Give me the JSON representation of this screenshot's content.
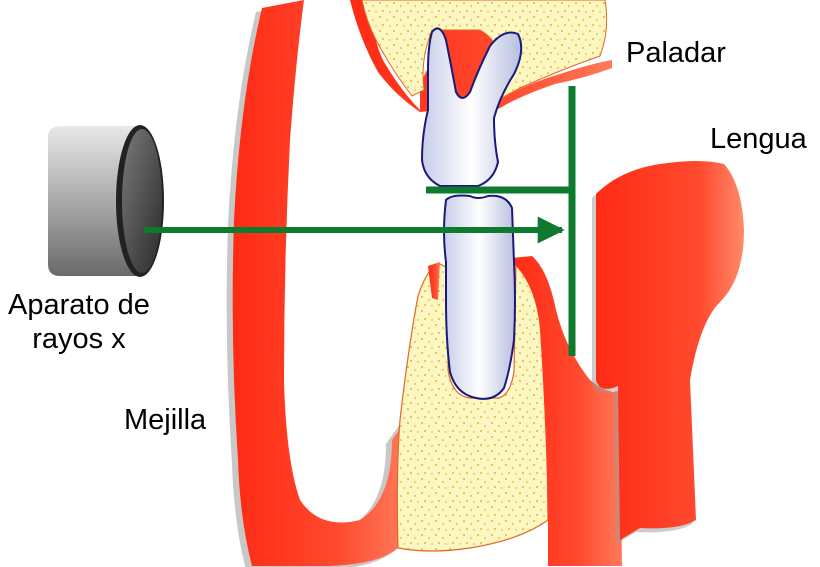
{
  "labels": {
    "palate": "Paladar",
    "tongue": "Lengua",
    "xray_line1": "Aparato de",
    "xray_line2": "rayos x",
    "cheek": "Mejilla"
  },
  "colors": {
    "tissue": "#ff3b22",
    "tissue_light": "#ff6a4a",
    "bone": "#fbf6c2",
    "bone_dots": "#d9a400",
    "tooth": "#dfe3f5",
    "tooth_outline": "#1a1a78",
    "guide": "#0d7a2e",
    "device_dark": "#555555",
    "device_light": "#dddddd"
  }
}
